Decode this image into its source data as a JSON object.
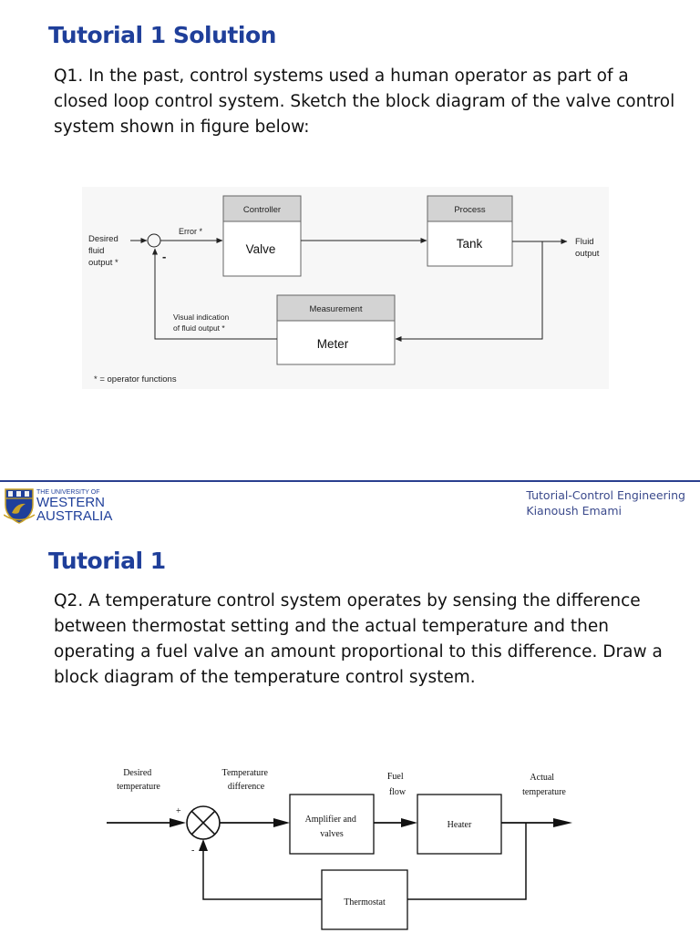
{
  "slide1": {
    "title": "Tutorial 1 Solution",
    "question": "Q1. In the past, control systems used a human operator as part of a closed loop control system. Sketch the block diagram of the valve control system shown in figure below:",
    "diagram": {
      "input_label": [
        "Desired",
        "fluid",
        "output *"
      ],
      "error_label": "Error *",
      "minus_sign": "-",
      "controller_header": "Controller",
      "controller_block": "Valve",
      "process_header": "Process",
      "process_block": "Tank",
      "output_label": [
        "Fluid",
        "output"
      ],
      "measurement_header": "Measurement",
      "measurement_block": "Meter",
      "feedback_label": [
        "Visual indication",
        "of fluid output *"
      ],
      "footnote": "* = operator functions"
    }
  },
  "header": {
    "university": {
      "line1": "THE UNIVERSITY OF",
      "line2": "WESTERN",
      "line3": "AUSTRALIA"
    },
    "course": "Tutorial-Control Engineering",
    "author": "Kianoush Emami"
  },
  "slide2": {
    "title": "Tutorial 1",
    "question": "Q2. A temperature control system operates by sensing the difference between thermostat setting and the actual temperature and then operating a fuel valve an amount proportional to this difference. Draw a block diagram of the temperature control system.",
    "diagram": {
      "input_label": [
        "Desired",
        "temperature"
      ],
      "diff_label": [
        "Temperature",
        "difference"
      ],
      "fuel_label": [
        "Fuel",
        "flow"
      ],
      "output_label": [
        "Actual",
        "temperature"
      ],
      "plus_sign": "+",
      "minus_sign": "-",
      "amplifier_block": [
        "Amplifier and",
        "valves"
      ],
      "heater_block": "Heater",
      "thermostat_block": "Thermostat"
    }
  },
  "colors": {
    "title_blue": "#1f3f9a",
    "divider_blue": "#2a3f8f",
    "block_header_gray": "#d3d3d3",
    "figure_background": "#f7f7f7"
  }
}
